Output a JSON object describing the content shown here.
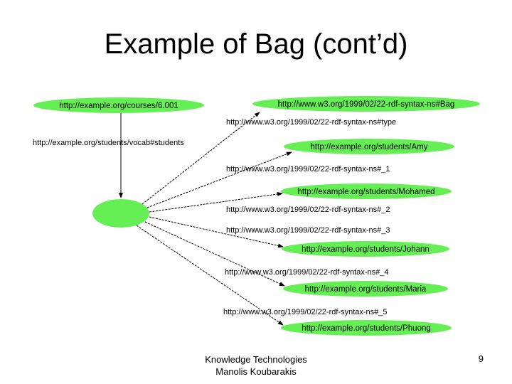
{
  "slide": {
    "title": "Example of Bag (cont’d)",
    "footer_line1": "Knowledge Technologies",
    "footer_line2": "Manolis Koubarakis",
    "page_number": "9"
  },
  "graph": {
    "node_color": "#66ee55",
    "nodes": {
      "course": "http://example.org/courses/6.001",
      "bag_type": "http://www.w3.org/1999/02/22-rdf-syntax-ns#Bag",
      "amy": "http://example.org/students/Amy",
      "mohamed": "http://example.org/students/Mohamed",
      "johann": "http://example.org/students/Johann",
      "maria": "http://example.org/students/Maria",
      "phuong": "http://example.org/students/Phuong"
    },
    "edges": {
      "students": "http://example.org/students/vocab#students",
      "type": "http://www.w3.org/1999/02/22-rdf-syntax-ns#type",
      "m1": "http://www.w3.org/1999/02/22-rdf-syntax-ns#_1",
      "m2": "http://www.w3.org/1999/02/22-rdf-syntax-ns#_2",
      "m3": "http://www.w3.org/1999/02/22-rdf-syntax-ns#_3",
      "m4": "http://www.w3.org/1999/02/22-rdf-syntax-ns#_4",
      "m5": "http://www.w3.org/1999/02/22-rdf-syntax-ns#_5"
    }
  }
}
